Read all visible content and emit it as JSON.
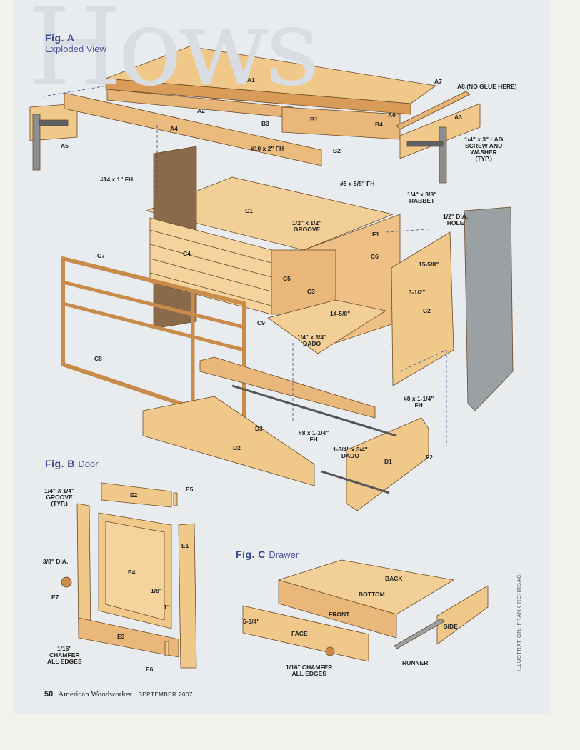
{
  "figures": {
    "a": {
      "title": "Fig. A",
      "subtitle": "Exploded View"
    },
    "b": {
      "title": "Fig. B",
      "subtitle": "Door"
    },
    "c": {
      "title": "Fig. C",
      "subtitle": "Drawer"
    }
  },
  "labels": {
    "A1": "A1",
    "A2": "A2",
    "A3": "A3",
    "A4": "A4",
    "A5": "A5",
    "A6": "A6",
    "A7": "A7",
    "A8": "A8 (NO GLUE HERE)",
    "B1": "B1",
    "B2": "B2",
    "B3": "B3",
    "B4": "B4",
    "C1": "C1",
    "C2": "C2",
    "C3": "C3",
    "C4": "C4",
    "C5": "C5",
    "C6": "C6",
    "C7": "C7",
    "C8": "C8",
    "C9": "C9",
    "D1": "D1",
    "D2": "D2",
    "D3": "D3",
    "F1": "F1",
    "F2": "F2",
    "lag_screw": "1/4\" x 3\" LAG\nSCREW AND\nWASHER\n(TYP.)",
    "screw_10x2": "#10 x 2\" FH",
    "screw_14x1": "#14 x 1\" FH",
    "screw_5x58": "#5 x 5/8\" FH",
    "rabbet": "1/4\" x 3/8\"\nRABBET",
    "hole": "1/2\" DIA.\nHOLE",
    "groove": "1/2\" x 1/2\"\nGROOVE",
    "dim_15_58": "15-5/8\"",
    "dim_3_12": "3-1/2\"",
    "dim_14_58": "14-5/8\"",
    "dado_c9": "1/4\" x 3/4\"\nDADO",
    "screw_8_1": "#8 x 1-1/4\"\nFH",
    "screw_8_2": "#8 x 1-1/4\"\nFH",
    "dado_d1": "1-3/4\" x 3/4\"\nDADO",
    "E1": "E1",
    "E2": "E2",
    "E3": "E3",
    "E4": "E4",
    "E5": "E5",
    "E6": "E6",
    "E7": "E7",
    "door_groove": "1/4\" X 1/4\"\nGROOVE\n(TYP.)",
    "dia_38": "3/8\" DIA.",
    "dim_18": "1/8\"",
    "dim_1": "1\"",
    "door_chamfer": "1/16\"\nCHAMFER\nALL EDGES",
    "drawer_back": "BACK",
    "drawer_bottom": "BOTTOM",
    "drawer_front": "FRONT",
    "drawer_face": "FACE",
    "drawer_side": "SIDE",
    "drawer_runner": "RUNNER",
    "dim_5_34": "5-3/4\"",
    "drawer_chamfer": "1/16\" CHAMFER\nALL EDGES"
  },
  "footer": {
    "page": "50",
    "magazine": "American Woodworker",
    "date": "SEPTEMBER 2007"
  },
  "credit": "ILLUSTRATION: FRANK ROHRBACH",
  "colors": {
    "wood_light": "#f0c88a",
    "wood_mid": "#e2ad6a",
    "wood_dark": "#c98b4a",
    "metal": "#8a8f93",
    "heading": "#3a4a8a",
    "dash": "#3a4a8a"
  }
}
